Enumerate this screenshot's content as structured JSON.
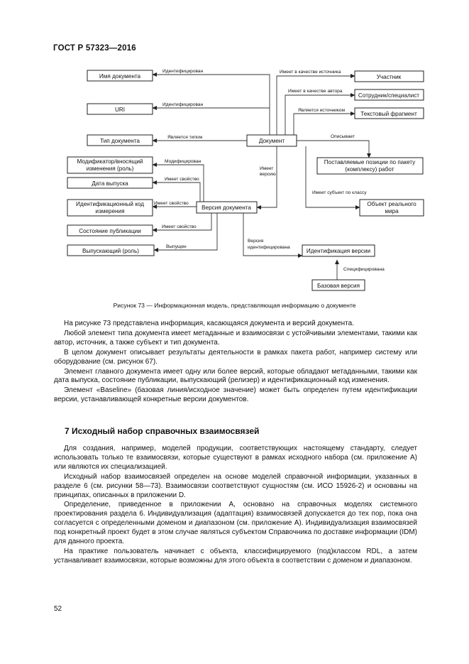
{
  "header": {
    "doc_id": "ГОСТ Р 57323—2016"
  },
  "diagram": {
    "boxes": {
      "doc_name": "Имя документа",
      "uri": "URI",
      "doc_type": "Тип документа",
      "modifier_1": "Модификатор/вносящий",
      "modifier_2": "изменения (роль)",
      "release_date": "Дата выпуска",
      "id_code_1": "Идентификационный код",
      "id_code_2": "измерения",
      "pub_state": "Состояние публикации",
      "issuer": "Выпускающий (роль)",
      "document": "Документ",
      "doc_version": "Версия документа",
      "participant": "Участник",
      "employee": "Сотрудник/специалист",
      "text_fragment": "Текстовый фрагмент",
      "supplied_1": "Поставляемые позиции по пакету",
      "supplied_2": "(комплексу) работ",
      "real_object_1": "Объект реального",
      "real_object_2": "мира",
      "version_id": "Идентификация версии",
      "base_version": "Базовая версия"
    },
    "labels": {
      "identified_1": "Идентифицирован",
      "identified_2": "Идентифицирован",
      "is_type": "Является типом",
      "modified": "Модифицирован",
      "has_property_1": "Имеет свойство",
      "has_property_2": "Имеет свойство",
      "has_property_3": "Имеет свойство",
      "released": "Выпущен",
      "has_version_1": "Имеет",
      "has_version_2": "версию",
      "as_source": "Имеет в качестве источника",
      "as_author": "Имеет в качестве автора",
      "is_source": "Является источником",
      "describes": "Описывает",
      "has_subject": "Имеет субъект по классу",
      "version_ided_1": "Версия",
      "version_ided_2": "идентифицирована",
      "specified": "Специфицирована"
    }
  },
  "caption": "Рисунок 73 — Информационная модель, представляющая информацию о документе",
  "paragraphs_a": [
    "На рисунке 73 представлена информация, касающаяся документа и версий документа.",
    "Любой элемент типа документа имеет метаданные и взаимосвязи с устойчивыми элементами, такими как автор, источник, а также субъект и тип документа.",
    "В целом документ описывает результаты деятельности в рамках пакета работ, например систему или оборудование (см. рисунок 67).",
    "Элемент главного документа имеет одну или более версий, которые обладают метаданными, такими как дата выпуска, состояние публикации, выпускающий (релизер) и идентификационный код изменения.",
    "Элемент «Baseline» (базовая линия/исходное значение) может быть определен путем идентификации версии, устанавливающей конкретные версии документов."
  ],
  "section_title": "7 Исходный набор справочных взаимосвязей",
  "paragraphs_b": [
    "Для создания, например, моделей продукции, соответствующих настоящему стандарту, следует использовать только те взаимосвязи, которые существуют в рамках исходного набора (см. приложение А) или являются их специализацией.",
    "Исходный набор взаимосвязей определен на основе моделей справочной информации, указанных в разделе 6 (см. рисунки 58—73). Взаимосвязи соответствуют сущностям (см. ИСО 15926-2) и основаны на принципах, описанных в приложении D.",
    "Определение, приведенное в приложении А, основано на справочных моделях системного проектирования раздела 6. Индивидуализация (адаптация) взаимосвязей допускается до тех пор, пока она согласуется с определенными доменом и диапазоном (см. приложение А). Индивидуализация взаимосвязей под конкретный проект будет в этом случае являться субъектом Справочника по доставке информации (IDM) для данного проекта.",
    "На практике пользователь начинает с объекта, классифицируемого (под)классом RDL, а затем устанавливает взаимосвязи, которые возможны для этого объекта в соответствии с доменом и диапазоном."
  ],
  "page_number": "52"
}
